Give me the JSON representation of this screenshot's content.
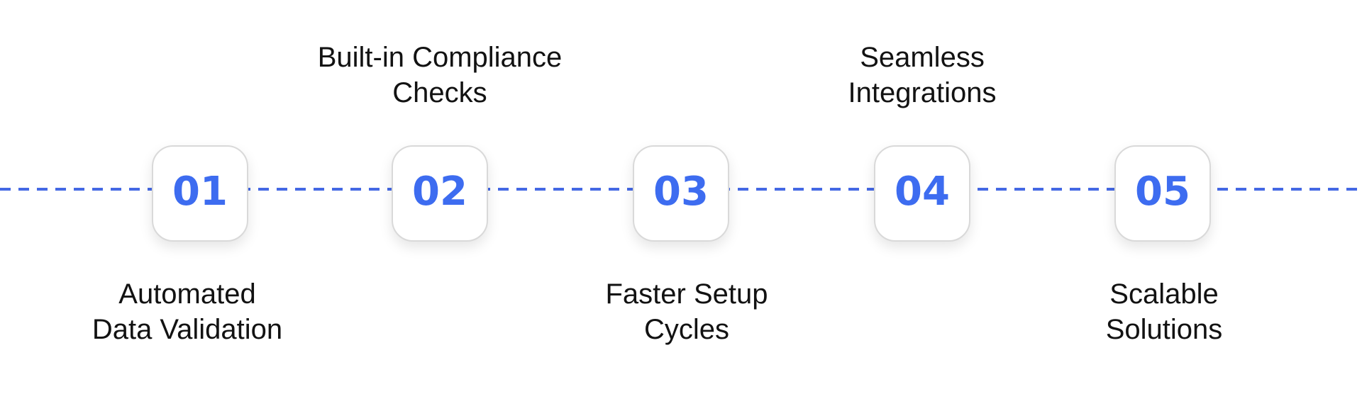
{
  "diagram": {
    "type": "horizontal-timeline",
    "background_color": "#FFFFFF",
    "line_color": "#4468E4",
    "line_style": "dashed",
    "accent_color": "#3D6CF0",
    "box_fill_color": "#FFFFFF",
    "box_border_color": "#D9D9D9",
    "label_text_color": "#121212",
    "steps": [
      {
        "number": "01",
        "label": "Automated\nData Validation",
        "label_position": "below"
      },
      {
        "number": "02",
        "label": "Built-in Compliance\nChecks",
        "label_position": "above"
      },
      {
        "number": "03",
        "label": "Faster Setup\nCycles",
        "label_position": "below"
      },
      {
        "number": "04",
        "label": "Seamless\nIntegrations",
        "label_position": "above"
      },
      {
        "number": "05",
        "label": "Scalable\nSolutions",
        "label_position": "below"
      }
    ]
  }
}
